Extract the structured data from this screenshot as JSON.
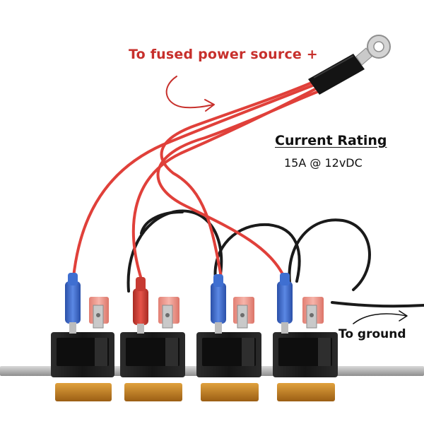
{
  "annotations": {
    "power_source": "To fused power source +",
    "ground": "To ground",
    "current_rating_title": "Current Rating",
    "current_rating_value": "15A @ 12vDC"
  },
  "photo": {
    "switch_count": 4,
    "colors": {
      "red_wire": "#e0403a",
      "black_wire": "#1a1a1a",
      "switch_body": "#1b1b1b",
      "rocker_amber": "#c98a2a",
      "blue_terminal": "#3f6fd1",
      "pink_terminal": "#ef9b91",
      "annotation_red": "#c7302c"
    }
  }
}
